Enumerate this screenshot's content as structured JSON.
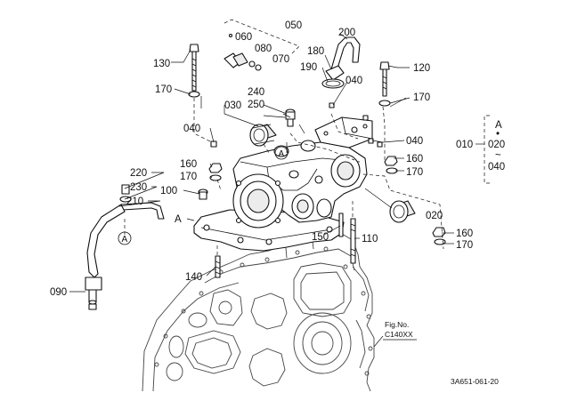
{
  "diagram": {
    "part_numbers": {
      "p010": "010",
      "p020": "020",
      "p030": "030",
      "p040a": "040",
      "p040b": "040",
      "p040c": "040",
      "p050": "050",
      "p060": "060",
      "p070": "070",
      "p080": "080",
      "p090": "090",
      "p100": "100",
      "p110": "110",
      "p120": "120",
      "p130": "130",
      "p140": "140",
      "p150": "150",
      "p160a": "160",
      "p160b": "160",
      "p160c": "160",
      "p170a": "170",
      "p170b": "170",
      "p170c": "170",
      "p170d": "170",
      "p170e": "170",
      "p180": "180",
      "p190": "190",
      "p200": "200",
      "p210": "210",
      "p220": "220",
      "p230": "230",
      "p240": "240",
      "p250": "250"
    },
    "ref_marks": {
      "a_left": "A",
      "a_circle_top": "A",
      "a_circle_pipe": "A"
    },
    "group_bracket": {
      "letter": "A",
      "dot": "•",
      "top": "020",
      "tilde": "~",
      "bottom": "040",
      "code": "010"
    },
    "fig_no": {
      "label": "Fig.No.",
      "code": "C140XX"
    },
    "drawing_id": "3A651-061-20"
  }
}
